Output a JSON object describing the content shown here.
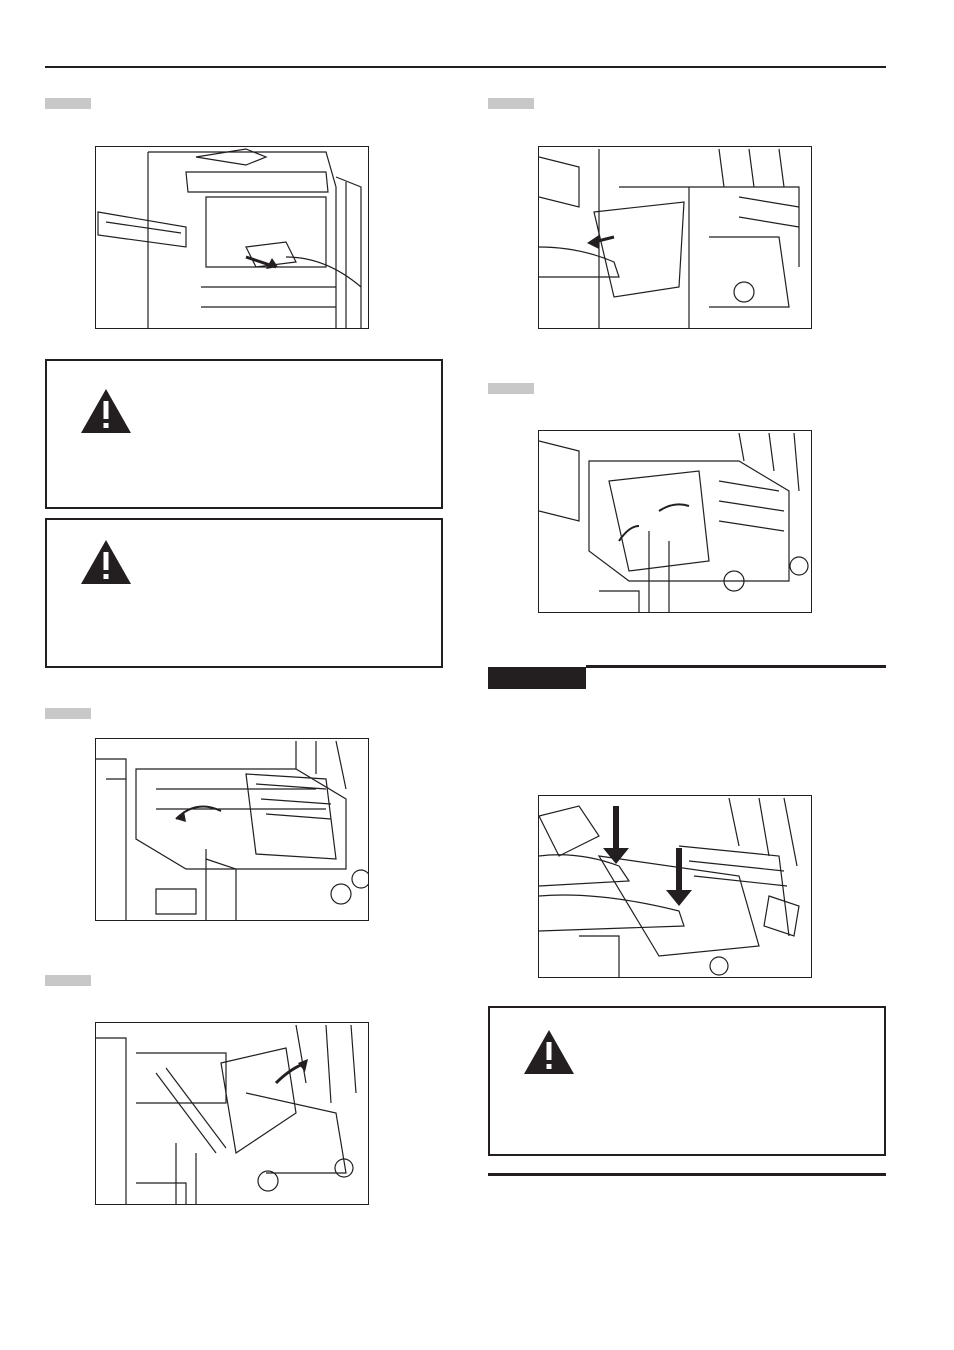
{
  "page": {
    "steps": [
      "",
      "",
      "",
      "",
      ""
    ],
    "note_label": "",
    "warning_symbol": "warning-triangle-icon"
  },
  "figures": [
    {
      "subject": "copier-front-drawer-pull"
    },
    {
      "subject": "paper-removal-left"
    },
    {
      "subject": "lever-rotation"
    },
    {
      "subject": "guide-lever-open"
    },
    {
      "subject": "paper-removal-right"
    },
    {
      "subject": "press-down-two-hands"
    }
  ],
  "colors": {
    "ink": "#231f20",
    "step_fill": "#c8c8c8"
  }
}
